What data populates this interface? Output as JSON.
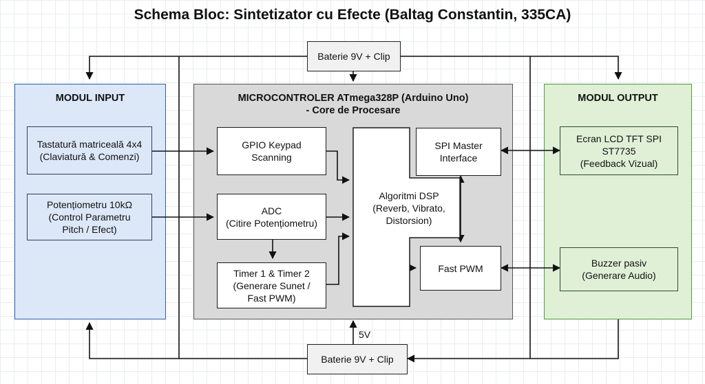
{
  "title": "Schema Bloc: Sintetizator cu Efecte (Baltag Constantin, 335CA)",
  "colors": {
    "input_module_fill": "#dce8f8",
    "input_module_border": "#2b5fa8",
    "mcu_fill": "#d9d9d9",
    "output_module_fill": "#dff0d6",
    "output_module_border": "#4e9a3c",
    "battery_fill": "#f1f1f1"
  },
  "battery_top": {
    "label": "Baterie 9V + Clip"
  },
  "battery_bottom": {
    "label": "Baterie 9V + Clip"
  },
  "voltage_label": "5V",
  "input_module": {
    "title": "MODUL INPUT",
    "keypad": {
      "line1": "Tastatură matriceală 4x4",
      "line2": "(Claviatură & Comenzi)"
    },
    "pot": {
      "line1": "Potențiometru 10kΩ",
      "line2": "(Control Parametru",
      "line3": "Pitch / Efect)"
    }
  },
  "mcu": {
    "title_line1": "MICROCONTROLER ATmega328P (Arduino Uno)",
    "title_line2": "- Core de Procesare",
    "gpio": {
      "line1": "GPIO Keypad",
      "line2": "Scanning"
    },
    "adc": {
      "line1": "ADC",
      "line2": "(Citire Potențiometru)"
    },
    "timer": {
      "line1": "Timer 1 & Timer 2",
      "line2": "(Generare Sunet /",
      "line3": "Fast PWM)"
    },
    "dsp": {
      "line1": "Algoritmi DSP",
      "line2": "(Reverb, Vibrato,",
      "line3": "Distorsion)"
    },
    "spi": {
      "line1": "SPI Master",
      "line2": "Interface"
    },
    "pwm": {
      "line1": "Fast PWM"
    }
  },
  "output_module": {
    "title": "MODUL OUTPUT",
    "lcd": {
      "line1": "Ecran LCD TFT SPI",
      "line2": "ST7735",
      "line3": "(Feedback Vizual)"
    },
    "buzzer": {
      "line1": "Buzzer pasiv",
      "line2": "(Generare Audio)"
    }
  }
}
